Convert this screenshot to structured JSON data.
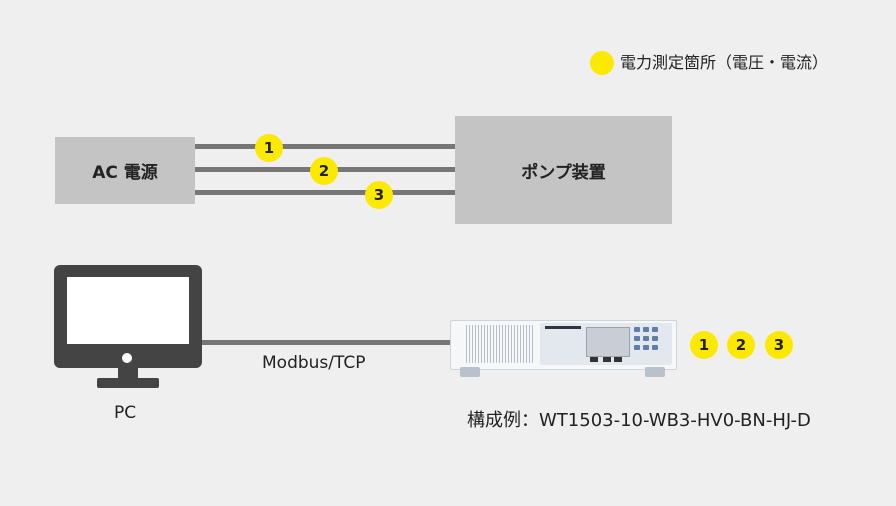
{
  "legend": {
    "text": "電力測定箇所（電圧・電流）",
    "color": "#fbe900"
  },
  "ac_box": {
    "label": "AC 電源"
  },
  "pump_box": {
    "label": "ポンプ装置"
  },
  "wire_markers": [
    "1",
    "2",
    "3"
  ],
  "pc": {
    "label": "PC"
  },
  "connection": {
    "label": "Modbus/TCP"
  },
  "instrument_markers": [
    "1",
    "2",
    "3"
  ],
  "config": {
    "label": "構成例：WT1503-10-WB3-HV0-BN-HJ-D"
  }
}
